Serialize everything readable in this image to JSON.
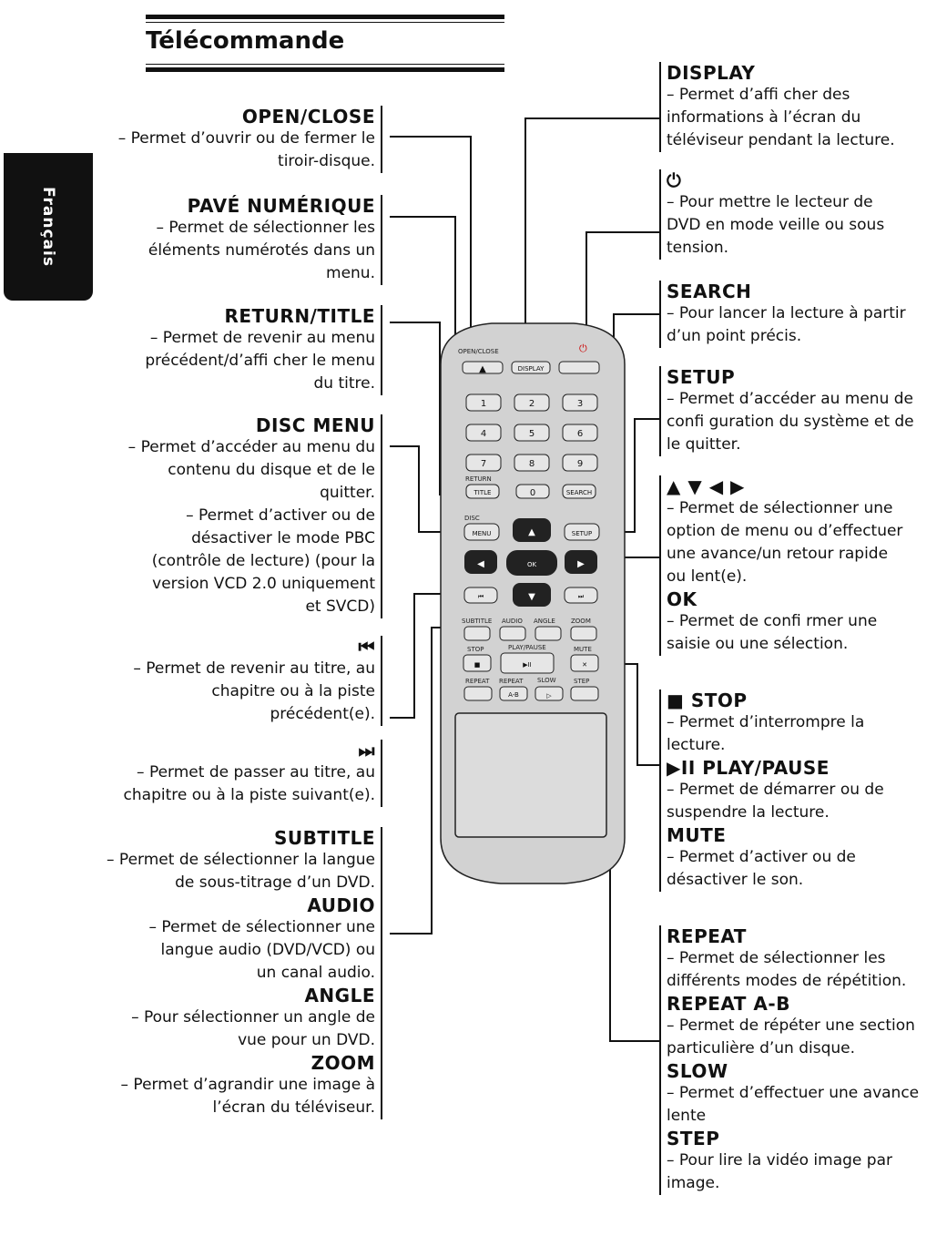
{
  "page": {
    "title": "Télécommande",
    "language_tab": "Français"
  },
  "left": [
    {
      "heading": "OPEN/CLOSE",
      "text": [
        "– Permet d’ouvrir ou de fermer le",
        "tiroir-disque."
      ]
    },
    {
      "heading": "PAVÉ NUMÉRIQUE",
      "text": [
        "– Permet de sélectionner les",
        "éléments numérotés dans un",
        "menu."
      ]
    },
    {
      "heading": "RETURN/TITLE",
      "text": [
        "– Permet de revenir au menu",
        "précédent/d’affi cher le menu",
        "du titre."
      ]
    },
    {
      "heading": "DISC MENU",
      "text": [
        "– Permet d’accéder au menu du",
        "contenu du disque et de le",
        "quitter.",
        "– Permet d’activer ou de",
        "désactiver le mode PBC",
        "(contrôle de lecture) (pour la",
        "version VCD 2.0 uniquement",
        "et SVCD)"
      ]
    },
    {
      "heading": "⏮",
      "text": [
        "– Permet de revenir au titre, au",
        "chapitre ou à la piste",
        "précédent(e)."
      ]
    },
    {
      "heading": "⏭",
      "text": [
        "– Permet de passer au titre, au",
        "chapitre ou à la piste suivant(e)."
      ]
    },
    {
      "heading": "SUBTITLE",
      "text": [
        "– Permet de sélectionner la langue",
        "de sous-titrage d’un DVD."
      ]
    },
    {
      "heading": "AUDIO",
      "text": [
        "– Permet de sélectionner une",
        "langue audio (DVD/VCD) ou",
        "un canal audio."
      ]
    },
    {
      "heading": "ANGLE",
      "text": [
        "– Pour sélectionner un angle de",
        "vue pour un DVD."
      ]
    },
    {
      "heading": "ZOOM",
      "text": [
        "– Permet d’agrandir une image à",
        "l’écran du téléviseur."
      ]
    }
  ],
  "right": [
    {
      "heading": "DISPLAY",
      "text": [
        "–   Permet  d’affi  cher  des",
        "informations à l’écran du",
        "téléviseur pendant la lecture."
      ]
    },
    {
      "heading": "⏻",
      "text": [
        "– Pour mettre le lecteur de",
        "DVD en mode veille ou sous",
        "tension."
      ]
    },
    {
      "heading": "SEARCH",
      "text": [
        "– Pour lancer la lecture à partir",
        "d’un point précis."
      ]
    },
    {
      "heading": "SETUP",
      "text": [
        "– Permet d’accéder au menu de",
        "confi guration du système et de",
        "le quitter."
      ]
    },
    {
      "heading": "▲  ▼  ◀  ▶",
      "text": [
        "– Permet de sélectionner une",
        "option de menu ou d’effectuer",
        "une avance/un retour rapide",
        "ou lent(e)."
      ]
    },
    {
      "heading": "OK",
      "text": [
        "– Permet de confi rmer une",
        "saisie ou une sélection."
      ]
    },
    {
      "heading": "■ STOP",
      "text": [
        "– Permet d’interrompre la",
        "lecture."
      ]
    },
    {
      "heading": "▶II PLAY/PAUSE",
      "text": [
        "– Permet de démarrer ou de",
        "suspendre la lecture."
      ]
    },
    {
      "heading": "MUTE",
      "text": [
        "– Permet d’activer ou de",
        "désactiver le son."
      ]
    },
    {
      "heading": "REPEAT",
      "text": [
        "– Permet de sélectionner les",
        "différents modes de répétition."
      ]
    },
    {
      "heading": "REPEAT A-B",
      "text": [
        "– Permet de répéter une section",
        "particulière d’un disque."
      ]
    },
    {
      "heading": "SLOW",
      "text": [
        "– Permet d’effectuer une avance",
        "lente"
      ]
    },
    {
      "heading": "STEP",
      "text": [
        "– Pour lire la vidéo image par",
        "image."
      ]
    }
  ],
  "remote": {
    "open_close": "OPEN/CLOSE",
    "display": "DISPLAY",
    "return": "RETURN",
    "title": "TITLE",
    "search": "SEARCH",
    "disc": "DISC",
    "menu": "MENU",
    "setup": "SETUP",
    "ok": "OK",
    "subtitle": "SUBTITLE",
    "audio": "AUDIO",
    "angle": "ANGLE",
    "zoom": "ZOOM",
    "stop": "STOP",
    "play_pause": "PLAY/PAUSE",
    "mute": "MUTE",
    "repeat": "REPEAT",
    "repeat2": "REPEAT",
    "ab": "A-B",
    "slow": "SLOW",
    "step": "STEP",
    "digits": [
      "1",
      "2",
      "3",
      "4",
      "5",
      "6",
      "7",
      "8",
      "9",
      "0"
    ]
  }
}
